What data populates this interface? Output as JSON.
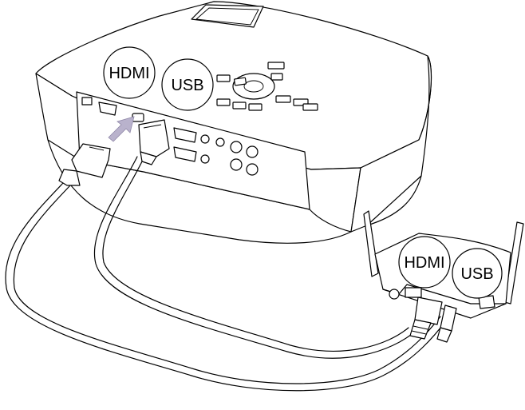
{
  "labels": {
    "projector_hdmi": "HDMI",
    "projector_usb": "USB",
    "dongle_hdmi": "HDMI",
    "dongle_usb": "USB"
  },
  "colors": {
    "outline": "#000000",
    "background": "#ffffff",
    "arrow": "#b9b2cc"
  }
}
